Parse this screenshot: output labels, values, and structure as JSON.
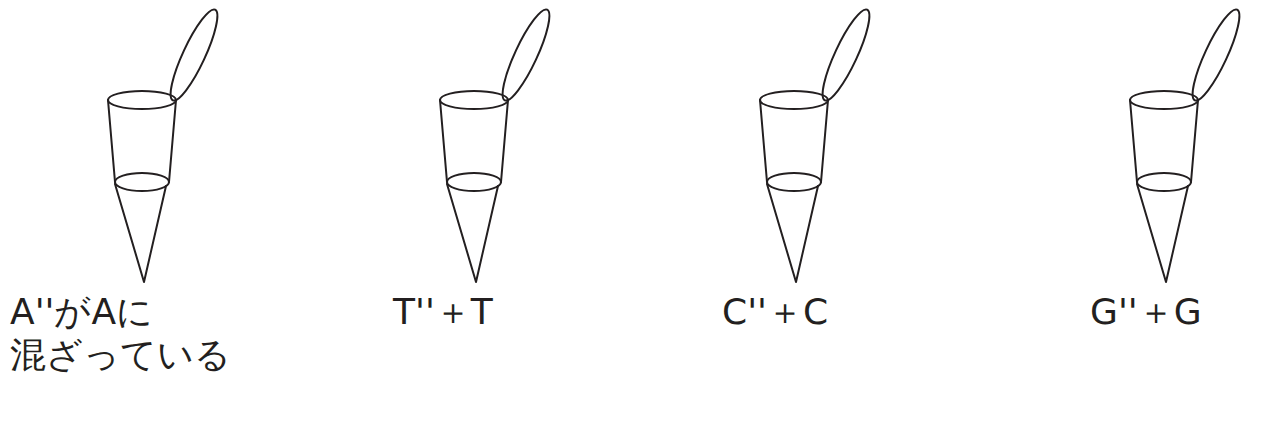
{
  "diagram": {
    "labels": [
      "A''がAに 混ざっている",
      "T''＋T",
      "C''＋C",
      "G''＋G"
    ]
  }
}
